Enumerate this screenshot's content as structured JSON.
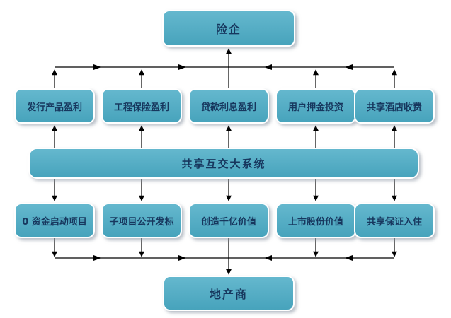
{
  "diagram": {
    "top_node": {
      "label": "险企"
    },
    "profit_row": {
      "items": [
        {
          "label": "发行产品盈利"
        },
        {
          "label": "工程保险盈利"
        },
        {
          "label": "贷款利息盈利"
        },
        {
          "label": "用户押金投资"
        },
        {
          "label": "共享酒店收费"
        }
      ]
    },
    "system_band": {
      "label": "共享互交大系统"
    },
    "value_row": {
      "items": [
        {
          "label": "0 资金启动项目"
        },
        {
          "label": "子项目公开发标"
        },
        {
          "label": "创造千亿价值"
        },
        {
          "label": "上市股份价值"
        },
        {
          "label": "共享保证入住"
        }
      ]
    },
    "bottom_node": {
      "label": "地产商"
    },
    "colors": {
      "node_fill": "#4BACC6",
      "node_border": "#FFFFFF",
      "node_text": "#17375E",
      "arrow": "#000000",
      "background": "#FFFFFF"
    }
  }
}
